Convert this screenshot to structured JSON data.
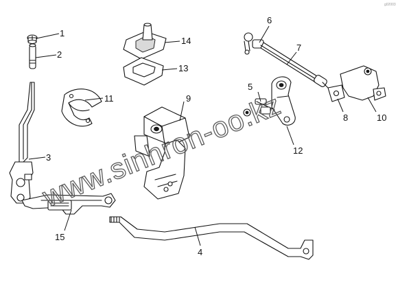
{
  "watermark": "www.sinhron-oo.kz",
  "corner_code": "g02003",
  "callouts": [
    {
      "id": "c1",
      "text": "1"
    },
    {
      "id": "c2",
      "text": "2"
    },
    {
      "id": "c3",
      "text": "3"
    },
    {
      "id": "c4",
      "text": "4"
    },
    {
      "id": "c5",
      "text": "5"
    },
    {
      "id": "c6",
      "text": "6"
    },
    {
      "id": "c7",
      "text": "7"
    },
    {
      "id": "c8",
      "text": "8"
    },
    {
      "id": "c9",
      "text": "9"
    },
    {
      "id": "c10",
      "text": "10"
    },
    {
      "id": "c11",
      "text": "11"
    },
    {
      "id": "c12",
      "text": "12"
    },
    {
      "id": "c13",
      "text": "13"
    },
    {
      "id": "c14",
      "text": "14"
    },
    {
      "id": "c15",
      "text": "15"
    }
  ]
}
